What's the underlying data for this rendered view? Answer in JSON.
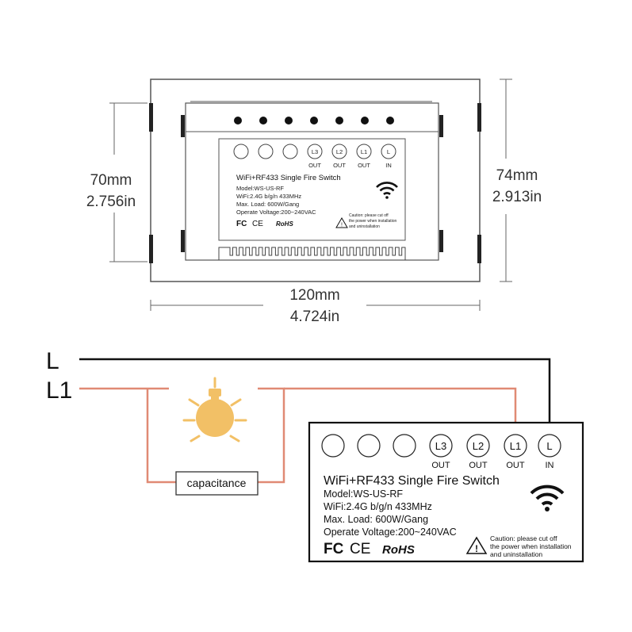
{
  "dimensions": {
    "height_inner_mm": "70mm",
    "height_inner_in": "2.756in",
    "height_outer_mm": "74mm",
    "height_outer_in": "2.913in",
    "width_mm": "120mm",
    "width_in": "4.724in"
  },
  "switch_label": {
    "title": "WiFi+RF433 Single Fire Switch",
    "model": "Model:WS-US-RF",
    "wifi": "WiFi:2.4G b/g/n 433MHz",
    "max_load": "Max. Load: 600W/Gang",
    "voltage": "Operate Voltage:200~240VAC",
    "caution_line1": "Caution: please cut off",
    "caution_line2": "the power when installation",
    "caution_line3": "and uninstallation",
    "cert_fc": "FC",
    "cert_ce": "CE",
    "cert_rohs": "RoHS",
    "terminals": [
      {
        "label": "L3",
        "sub": "OUT"
      },
      {
        "label": "L2",
        "sub": "OUT"
      },
      {
        "label": "L1",
        "sub": "OUT"
      },
      {
        "label": "L",
        "sub": "IN"
      }
    ]
  },
  "wiring": {
    "line_live": "L",
    "line_load": "L1",
    "capacitance_label": "capacitance"
  },
  "colors": {
    "wire_live": "#111111",
    "wire_load": "#e08a74",
    "bulb": "#f2c066",
    "bulb_rays": "#f2c066",
    "outline": "#333333"
  },
  "icons": [
    "wifi-icon",
    "warning-icon",
    "light-bulb-icon"
  ]
}
